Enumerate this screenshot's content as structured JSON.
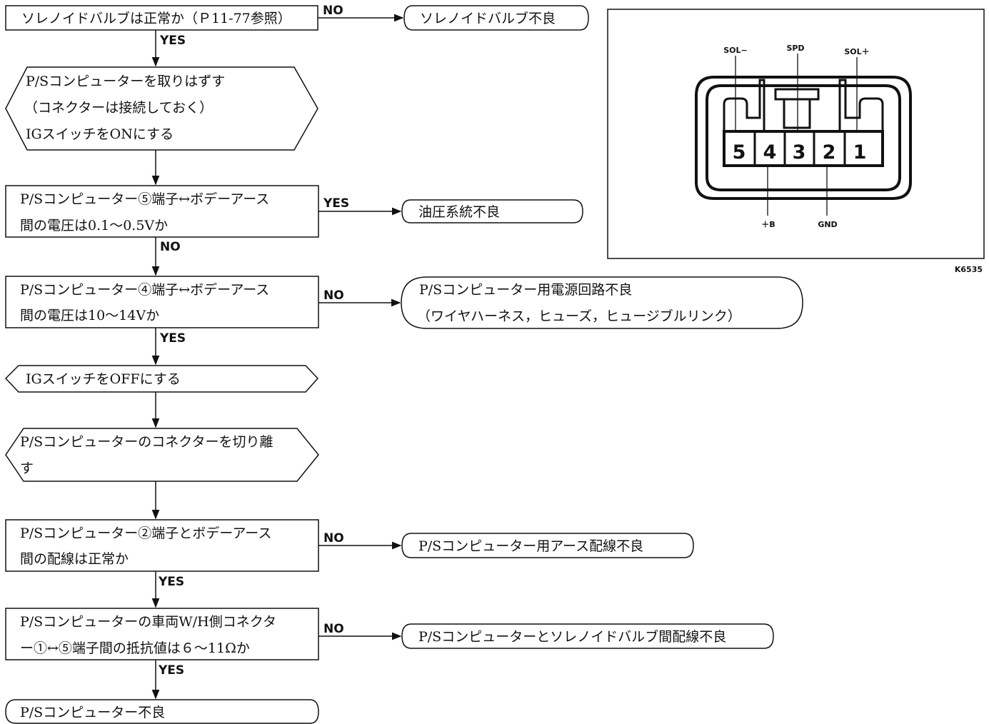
{
  "flow": {
    "n1": [
      "ソレノイドバルブは正常か（Ｐ11-77参照）"
    ],
    "n1_no_label": "NO",
    "r1": [
      "ソレノイドバルブ不良"
    ],
    "n1_yes_label": "YES",
    "n2": [
      "P/Sコンピューターを取りはずす",
      "（コネクターは接続しておく）",
      "IGスイッチをONにする"
    ],
    "n3": [
      "P/Sコンピューター⑤端子↔ボデーアース",
      "間の電圧は0.1〜0.5Vか"
    ],
    "n3_yes_label": "YES",
    "r3": [
      "油圧系統不良"
    ],
    "n3_no_label": "NO",
    "n4": [
      "P/Sコンピューター④端子↔ボデーアース",
      "間の電圧は10〜14Vか"
    ],
    "n4_no_label": "NO",
    "r4": [
      "P/Sコンピューター用電源回路不良",
      "（ワイヤハーネス，ヒューズ，ヒュージブルリンク）"
    ],
    "n4_yes_label": "YES",
    "n5": [
      "IGスイッチをOFFにする"
    ],
    "n6": [
      "P/Sコンピューターのコネクターを切り離",
      "す"
    ],
    "n7": [
      "P/Sコンピューター②端子とボデーアース",
      "間の配線は正常か"
    ],
    "n7_no_label": "NO",
    "r7": [
      "P/Sコンピューター用アース配線不良"
    ],
    "n7_yes_label": "YES",
    "n8": [
      "P/Sコンピューターの車両W/H側コネクタ",
      "ー①↔⑤端子間の抵抗値は６〜11Ωか"
    ],
    "n8_no_label": "NO",
    "r8": [
      "P/Sコンピューターとソレノイドバルブ間配線不良"
    ],
    "n8_yes_label": "YES",
    "n9": [
      "P/Sコンピューター不良"
    ]
  },
  "connector": {
    "top_labels": [
      "SOL−",
      "SPD",
      "SOL＋"
    ],
    "pins": [
      "5",
      "4",
      "3",
      "2",
      "1"
    ],
    "bottom_labels": [
      "＋B",
      "GND"
    ],
    "figure_code": "K6535"
  }
}
